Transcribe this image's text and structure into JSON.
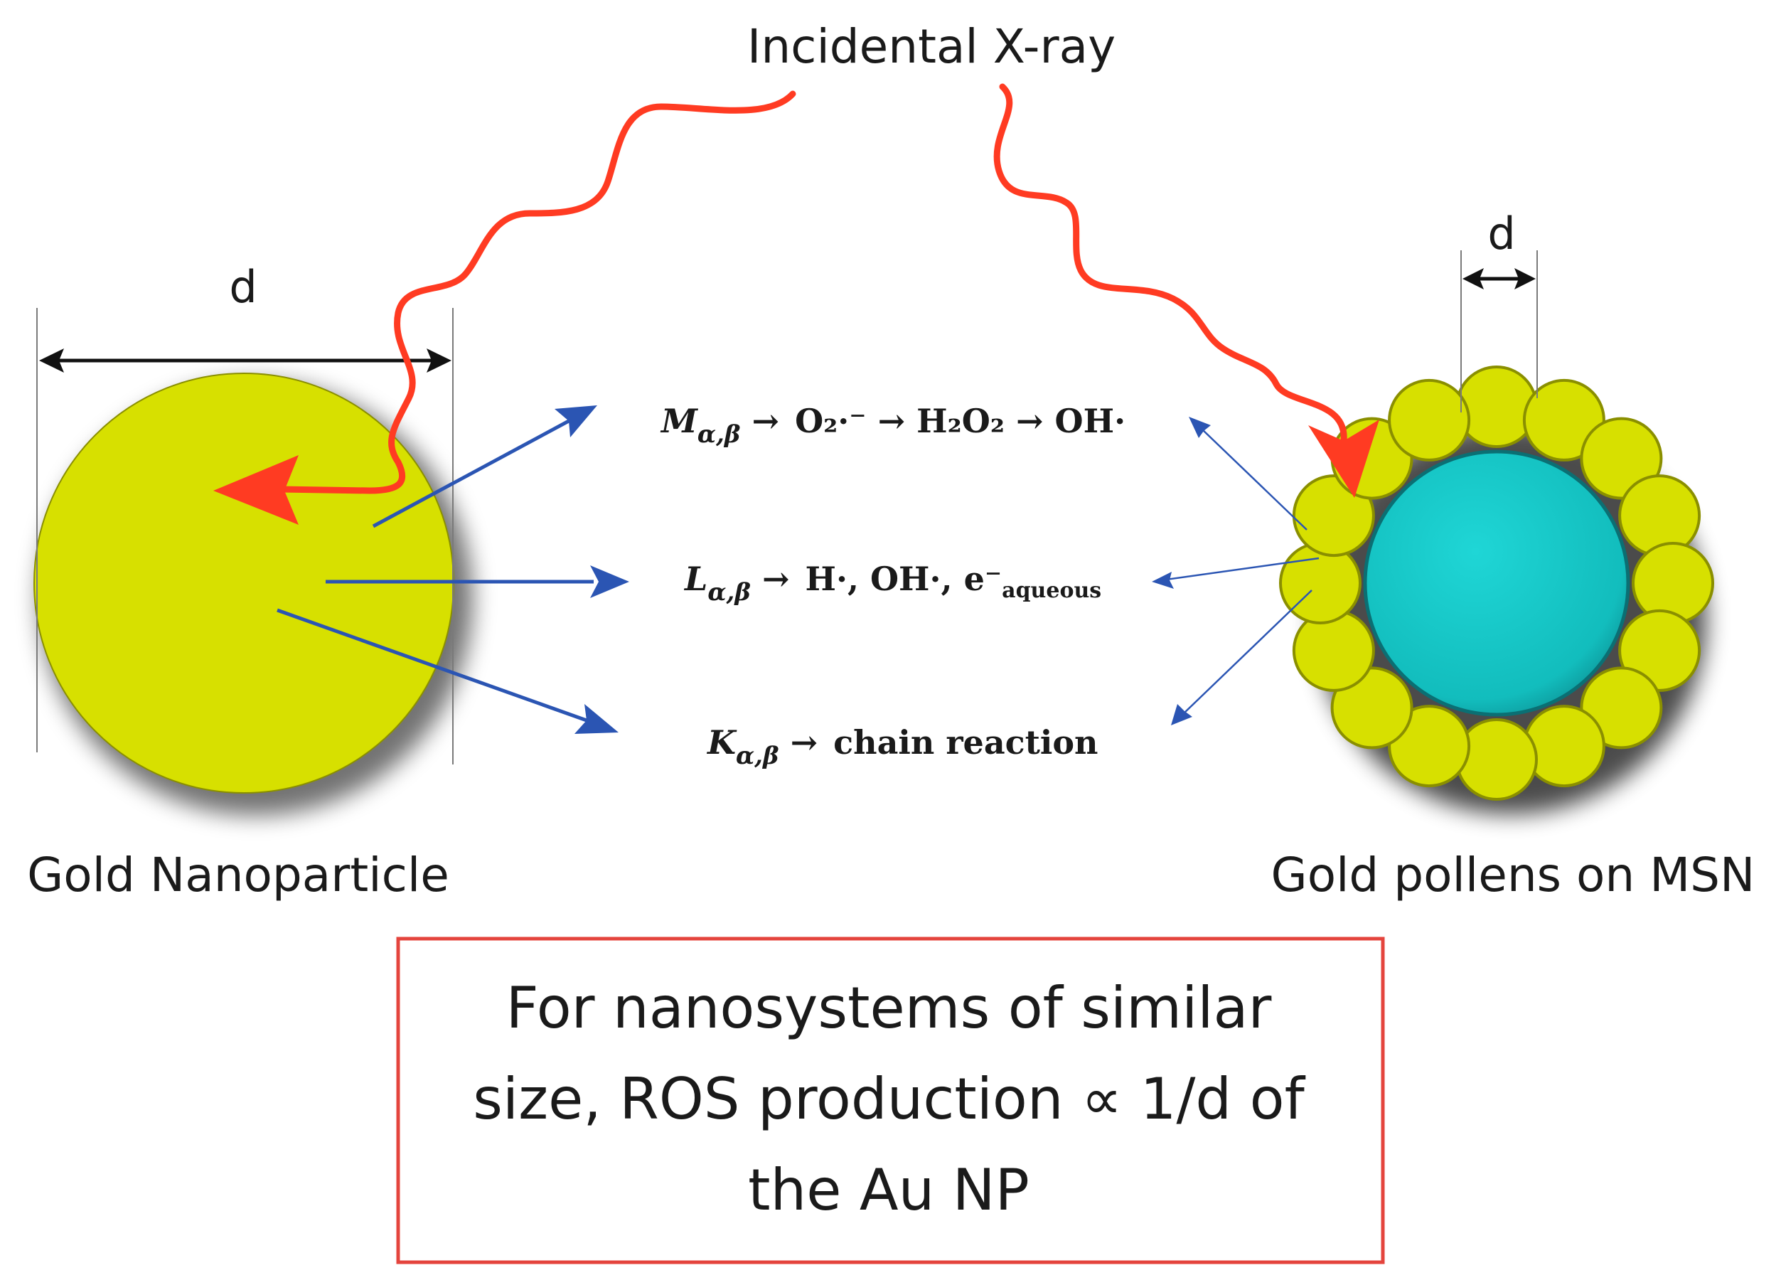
{
  "top_label": "Incidental X-ray",
  "left": {
    "dimension_label": "d",
    "caption": "Gold Nanoparticle"
  },
  "right": {
    "dimension_label": "d",
    "caption": "Gold pollens on MSN"
  },
  "reactions": {
    "m": {
      "symbol": "M",
      "subscript": "α,β",
      "arrow": "→",
      "text": "O₂·⁻ → H₂O₂ → OH·"
    },
    "l": {
      "symbol": "L",
      "subscript": "α,β",
      "arrow": "→",
      "text": "H·, OH·, e⁻",
      "text_sub": "aqueous"
    },
    "k": {
      "symbol": "K",
      "subscript": "α,β",
      "arrow": "→",
      "text": "chain reaction"
    }
  },
  "conclusion": {
    "line1": "For nanosystems of similar",
    "line2": "size, ROS production ∝ 1/d of",
    "line3": "the Au NP"
  },
  "colors": {
    "gold": "#d7e000",
    "gold_stroke": "#8a8f00",
    "msn_core": "#16c6c6",
    "xray": "#ff3b22",
    "reaction_arrow": "#2b55b3",
    "box_border": "#e4443d"
  }
}
